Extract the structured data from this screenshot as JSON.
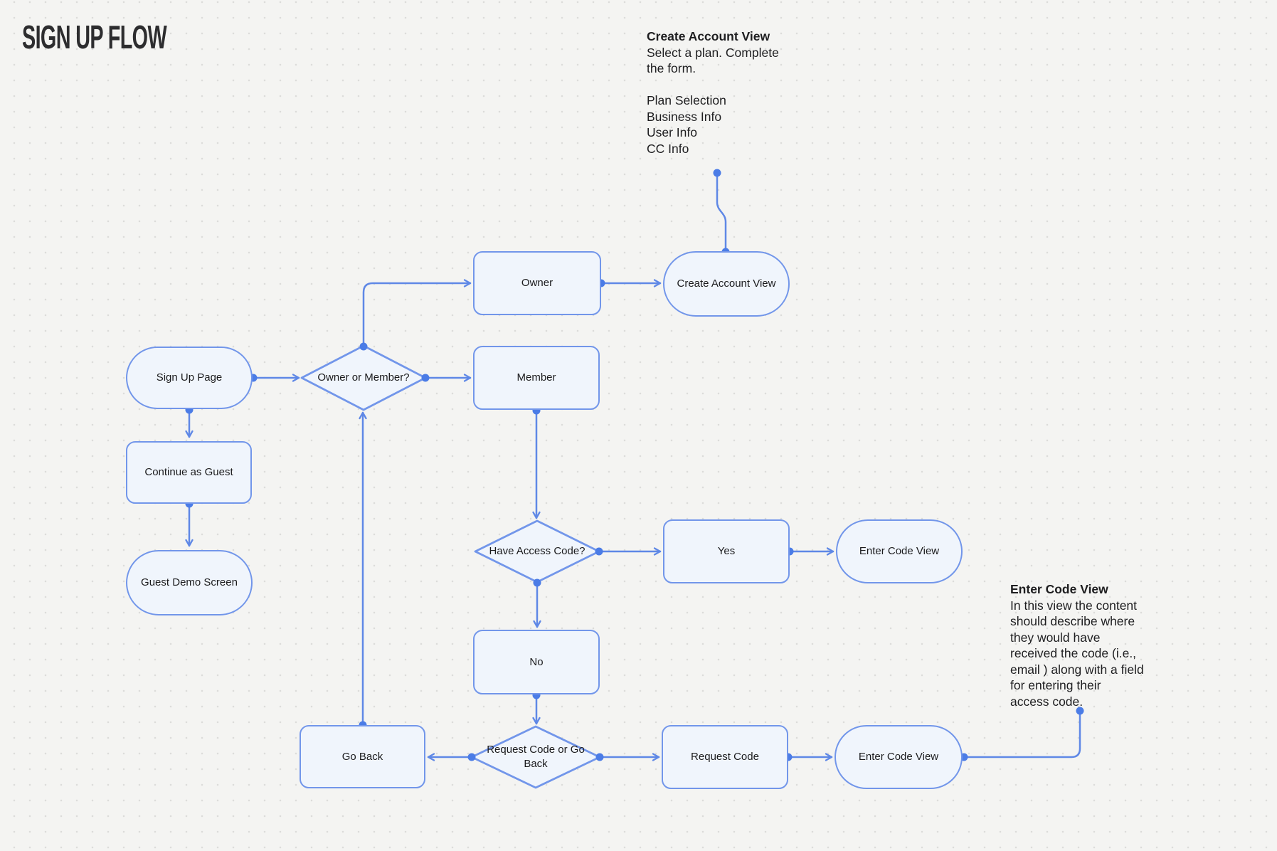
{
  "title": "SIGN UP FLOW",
  "colors": {
    "background": "#f4f4f2",
    "grid_dot": "#dcdcda",
    "node_fill": "#f0f5fc",
    "node_border": "#7296ea",
    "connector_line": "#5f88e6",
    "connector_dot": "#4b7ce6",
    "text": "#1b1b1d",
    "title_text": "#2d2d2f"
  },
  "notes": {
    "create_account": {
      "title": "Create Account View",
      "body": "Select a plan. Complete\nthe form.\n\nPlan Selection\nBusiness Info\nUser Info\nCC Info"
    },
    "enter_code": {
      "title": "Enter Code View",
      "body": "In this view the content\nshould describe where\nthey would have\nreceived the code (i.e.,\nemail ) along with a field\nfor entering their\naccess code."
    }
  },
  "nodes": {
    "sign_up_page": {
      "label": "Sign Up Page",
      "shape": "terminal"
    },
    "continue_as_guest": {
      "label": "Continue as Guest",
      "shape": "process"
    },
    "guest_demo_screen": {
      "label": "Guest Demo Screen",
      "shape": "terminal"
    },
    "owner_or_member": {
      "label": "Owner or Member?",
      "shape": "decision"
    },
    "owner": {
      "label": "Owner",
      "shape": "process"
    },
    "create_account_view": {
      "label": "Create Account View",
      "shape": "terminal"
    },
    "member": {
      "label": "Member",
      "shape": "process"
    },
    "have_access_code": {
      "label": "Have Access Code?",
      "shape": "decision"
    },
    "yes": {
      "label": "Yes",
      "shape": "process"
    },
    "enter_code_view_1": {
      "label": "Enter Code View",
      "shape": "terminal"
    },
    "no": {
      "label": "No",
      "shape": "process"
    },
    "go_back": {
      "label": "Go Back",
      "shape": "process"
    },
    "request_code_or_go_back": {
      "label": "Request Code or Go Back",
      "shape": "decision"
    },
    "request_code": {
      "label": "Request Code",
      "shape": "process"
    },
    "enter_code_view_2": {
      "label": "Enter Code View",
      "shape": "terminal"
    }
  },
  "edges": [
    {
      "from": "sign_up_page",
      "to": "owner_or_member"
    },
    {
      "from": "sign_up_page",
      "to": "continue_as_guest"
    },
    {
      "from": "continue_as_guest",
      "to": "guest_demo_screen"
    },
    {
      "from": "owner_or_member",
      "to": "owner"
    },
    {
      "from": "owner_or_member",
      "to": "member"
    },
    {
      "from": "owner",
      "to": "create_account_view"
    },
    {
      "from": "member",
      "to": "have_access_code"
    },
    {
      "from": "have_access_code",
      "to": "yes"
    },
    {
      "from": "yes",
      "to": "enter_code_view_1"
    },
    {
      "from": "have_access_code",
      "to": "no"
    },
    {
      "from": "no",
      "to": "request_code_or_go_back"
    },
    {
      "from": "request_code_or_go_back",
      "to": "go_back"
    },
    {
      "from": "request_code_or_go_back",
      "to": "request_code"
    },
    {
      "from": "request_code",
      "to": "enter_code_view_2"
    },
    {
      "from": "go_back",
      "to": "owner_or_member"
    },
    {
      "from": "note_create_account",
      "to": "create_account_view"
    },
    {
      "from": "note_enter_code",
      "to": "enter_code_view_2"
    }
  ]
}
